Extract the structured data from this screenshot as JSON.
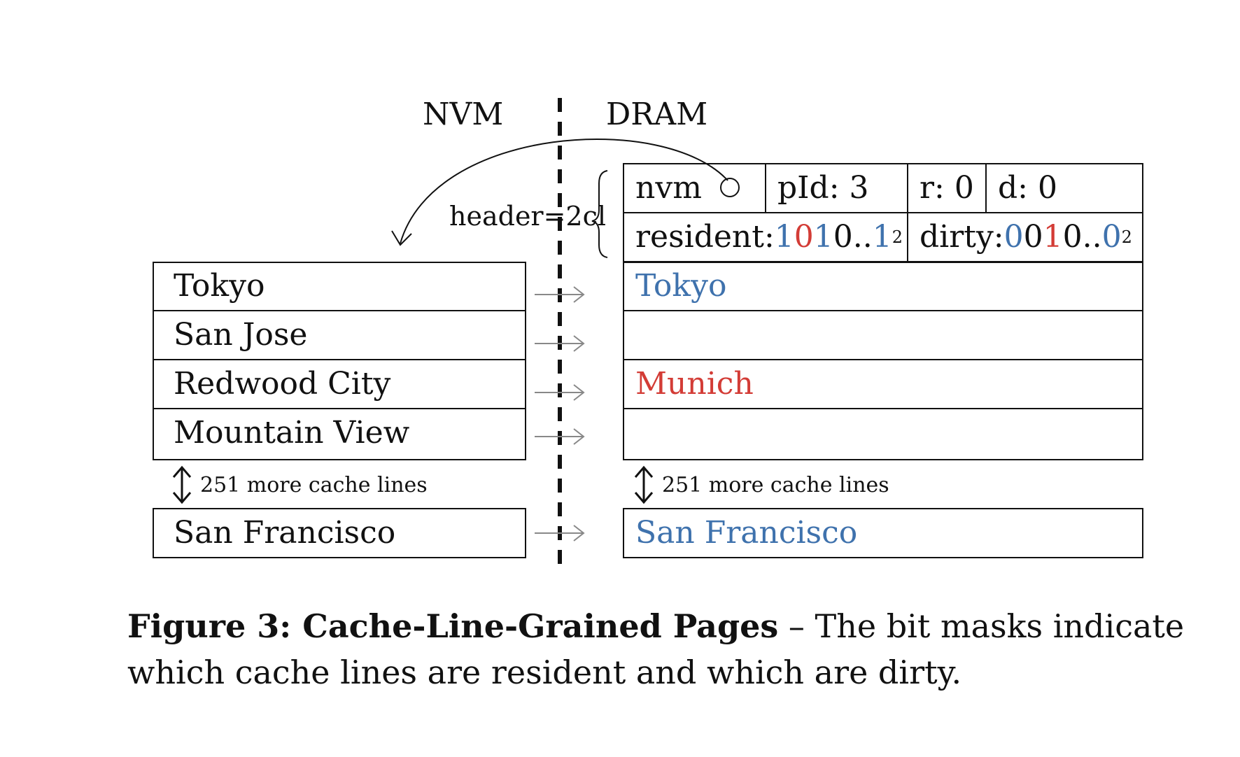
{
  "regions": {
    "left": "NVM",
    "right": "DRAM"
  },
  "header_note": "header=2cl",
  "page_header": {
    "nvm_label": "nvm",
    "pid": "pId: 3",
    "r": "r: 0",
    "d": "d: 0",
    "resident_label": "resident:",
    "resident_bits": [
      "1",
      "0",
      "1",
      "0",
      "..",
      "1"
    ],
    "resident_sub": "2",
    "dirty_label": "dirty:",
    "dirty_bits": [
      "0",
      "0",
      "1",
      "0",
      "..",
      "0"
    ],
    "dirty_sub": "2"
  },
  "nvm_lines": [
    "Tokyo",
    "San Jose",
    "Redwood City",
    "Mountain View"
  ],
  "nvm_last": "San Francisco",
  "dram_lines": [
    "Tokyo",
    "",
    "Munich",
    ""
  ],
  "dram_last": "San Francisco",
  "more_lines": "251 more cache lines",
  "caption": {
    "bold": "Figure 3: Cache-Line-Grained Pages",
    "rest": " – The bit masks indicate which cache lines are resident and which are dirty."
  },
  "colors": {
    "resident": "#3f72ad",
    "dirty": "#d33c36"
  },
  "icons": [
    "pointer-circle-icon",
    "curved-arrow-icon",
    "brace-icon",
    "right-arrow-icon",
    "updown-arrow-icon"
  ]
}
